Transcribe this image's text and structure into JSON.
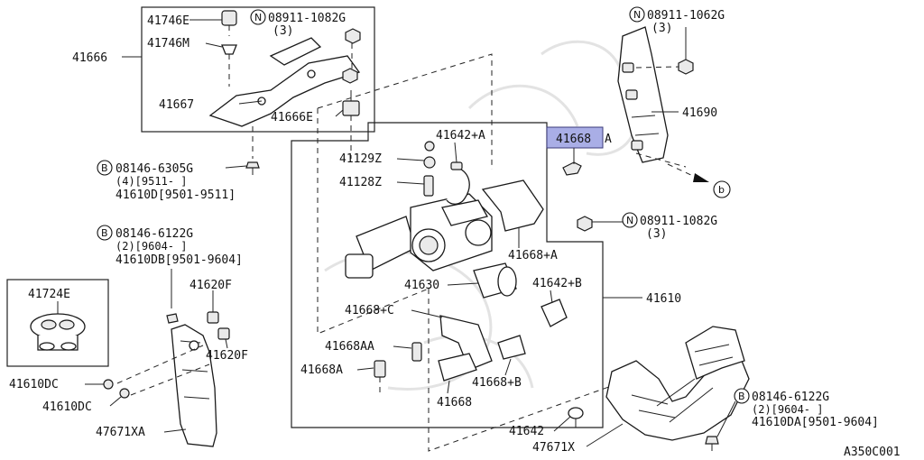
{
  "labels": {
    "l41746E": "41746E",
    "l41746M": "41746M",
    "n08911_1082G_top": "N",
    "n08911_1082G_top_txt": "08911-1082G",
    "n08911_1082G_top_qty": "(3)",
    "l41666": "41666",
    "l41667": "41667",
    "l41666E": "41666E",
    "b08146_6305G": "B",
    "b08146_6305G_txt": "08146-6305G",
    "b08146_6305G_sub": "(4)[9511-    ]",
    "l41610D": "41610D[9501-9511]",
    "b08146_6122G_l": "B",
    "b08146_6122G_l_txt": "08146-6122G",
    "b08146_6122G_l_sub": "(2)[9604-    ]",
    "l41610DB": "41610DB[9501-9604]",
    "l41724E": "41724E",
    "l41620F_a": "41620F",
    "l41620F_b": "41620F",
    "l41610DC_a": "41610DC",
    "l41610DC_b": "41610DC",
    "l47671XA": "47671XA",
    "l41129Z": "41129Z",
    "l41128Z": "41128Z",
    "l41642A": "41642+A",
    "l41668A_top": "41668",
    "l41668A_top_suffix": "A",
    "l41668pA": "41668+A",
    "l41630": "41630",
    "l41642B": "41642+B",
    "l41610": "41610",
    "l41668C": "41668+C",
    "l41668AA": "41668AA",
    "l41668A": "41668A",
    "l41668B": "41668+B",
    "l41668": "41668",
    "l41642": "41642",
    "l47671X": "47671X",
    "n08911_1062G": "N",
    "n08911_1062G_txt": "08911-1062G",
    "n08911_1062G_qty": "(3)",
    "l41690": "41690",
    "b_ref": "b",
    "n08911_1082G_mid": "N",
    "n08911_1082G_mid_txt": "08911-1082G",
    "n08911_1082G_mid_qty": "(3)",
    "b08146_6122G_r": "B",
    "b08146_6122G_r_txt": "08146-6122G",
    "b08146_6122G_r_sub": "(2)[9604-    ]",
    "l41610DA": "41610DA[9501-9604]",
    "figure_code": "A350C001"
  },
  "colors": {
    "highlight": "#a9aee6",
    "line": "#1a1a1a"
  }
}
